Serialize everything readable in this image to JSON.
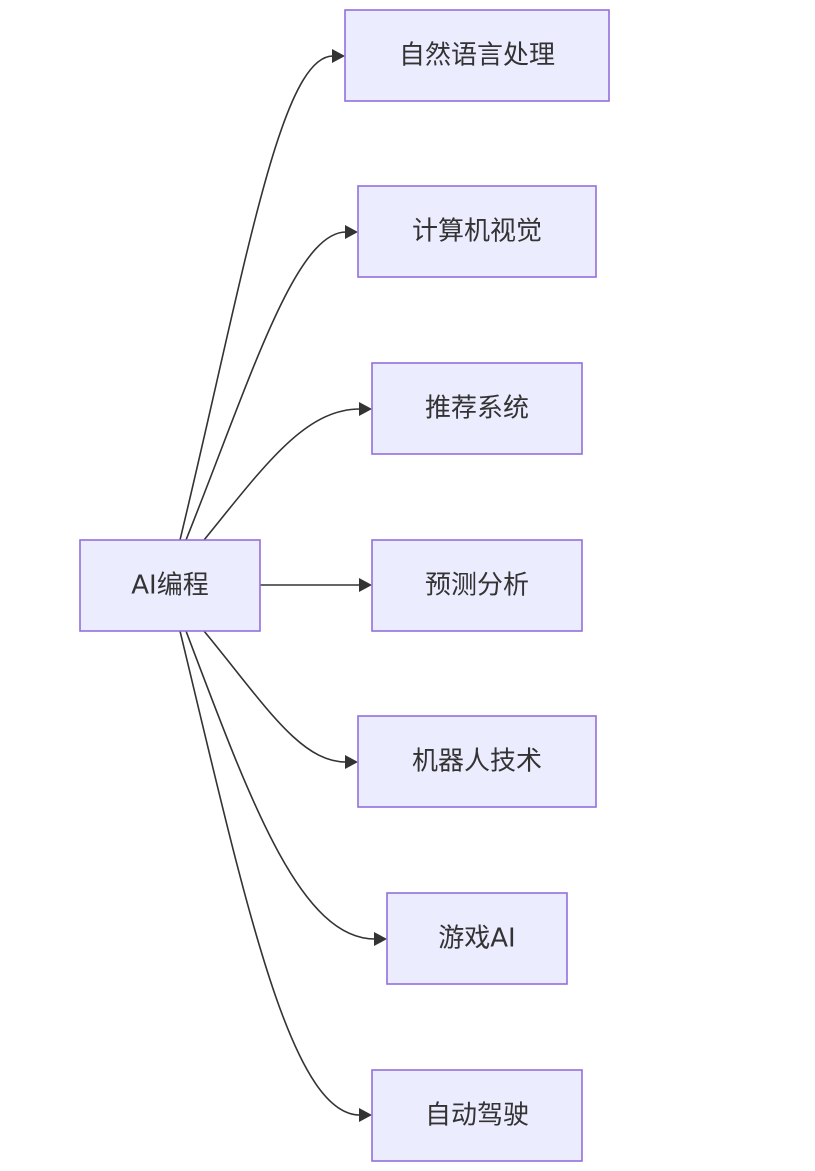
{
  "diagram": {
    "root": {
      "label": "AI编程"
    },
    "children": [
      {
        "label": "自然语言处理"
      },
      {
        "label": "计算机视觉"
      },
      {
        "label": "推荐系统"
      },
      {
        "label": "预测分析"
      },
      {
        "label": "机器人技术"
      },
      {
        "label": "游戏AI"
      },
      {
        "label": "自动驾驶"
      }
    ],
    "colors": {
      "node_fill": "#ececff",
      "node_border": "#9370db",
      "edge": "#333333",
      "text": "#333333"
    }
  }
}
